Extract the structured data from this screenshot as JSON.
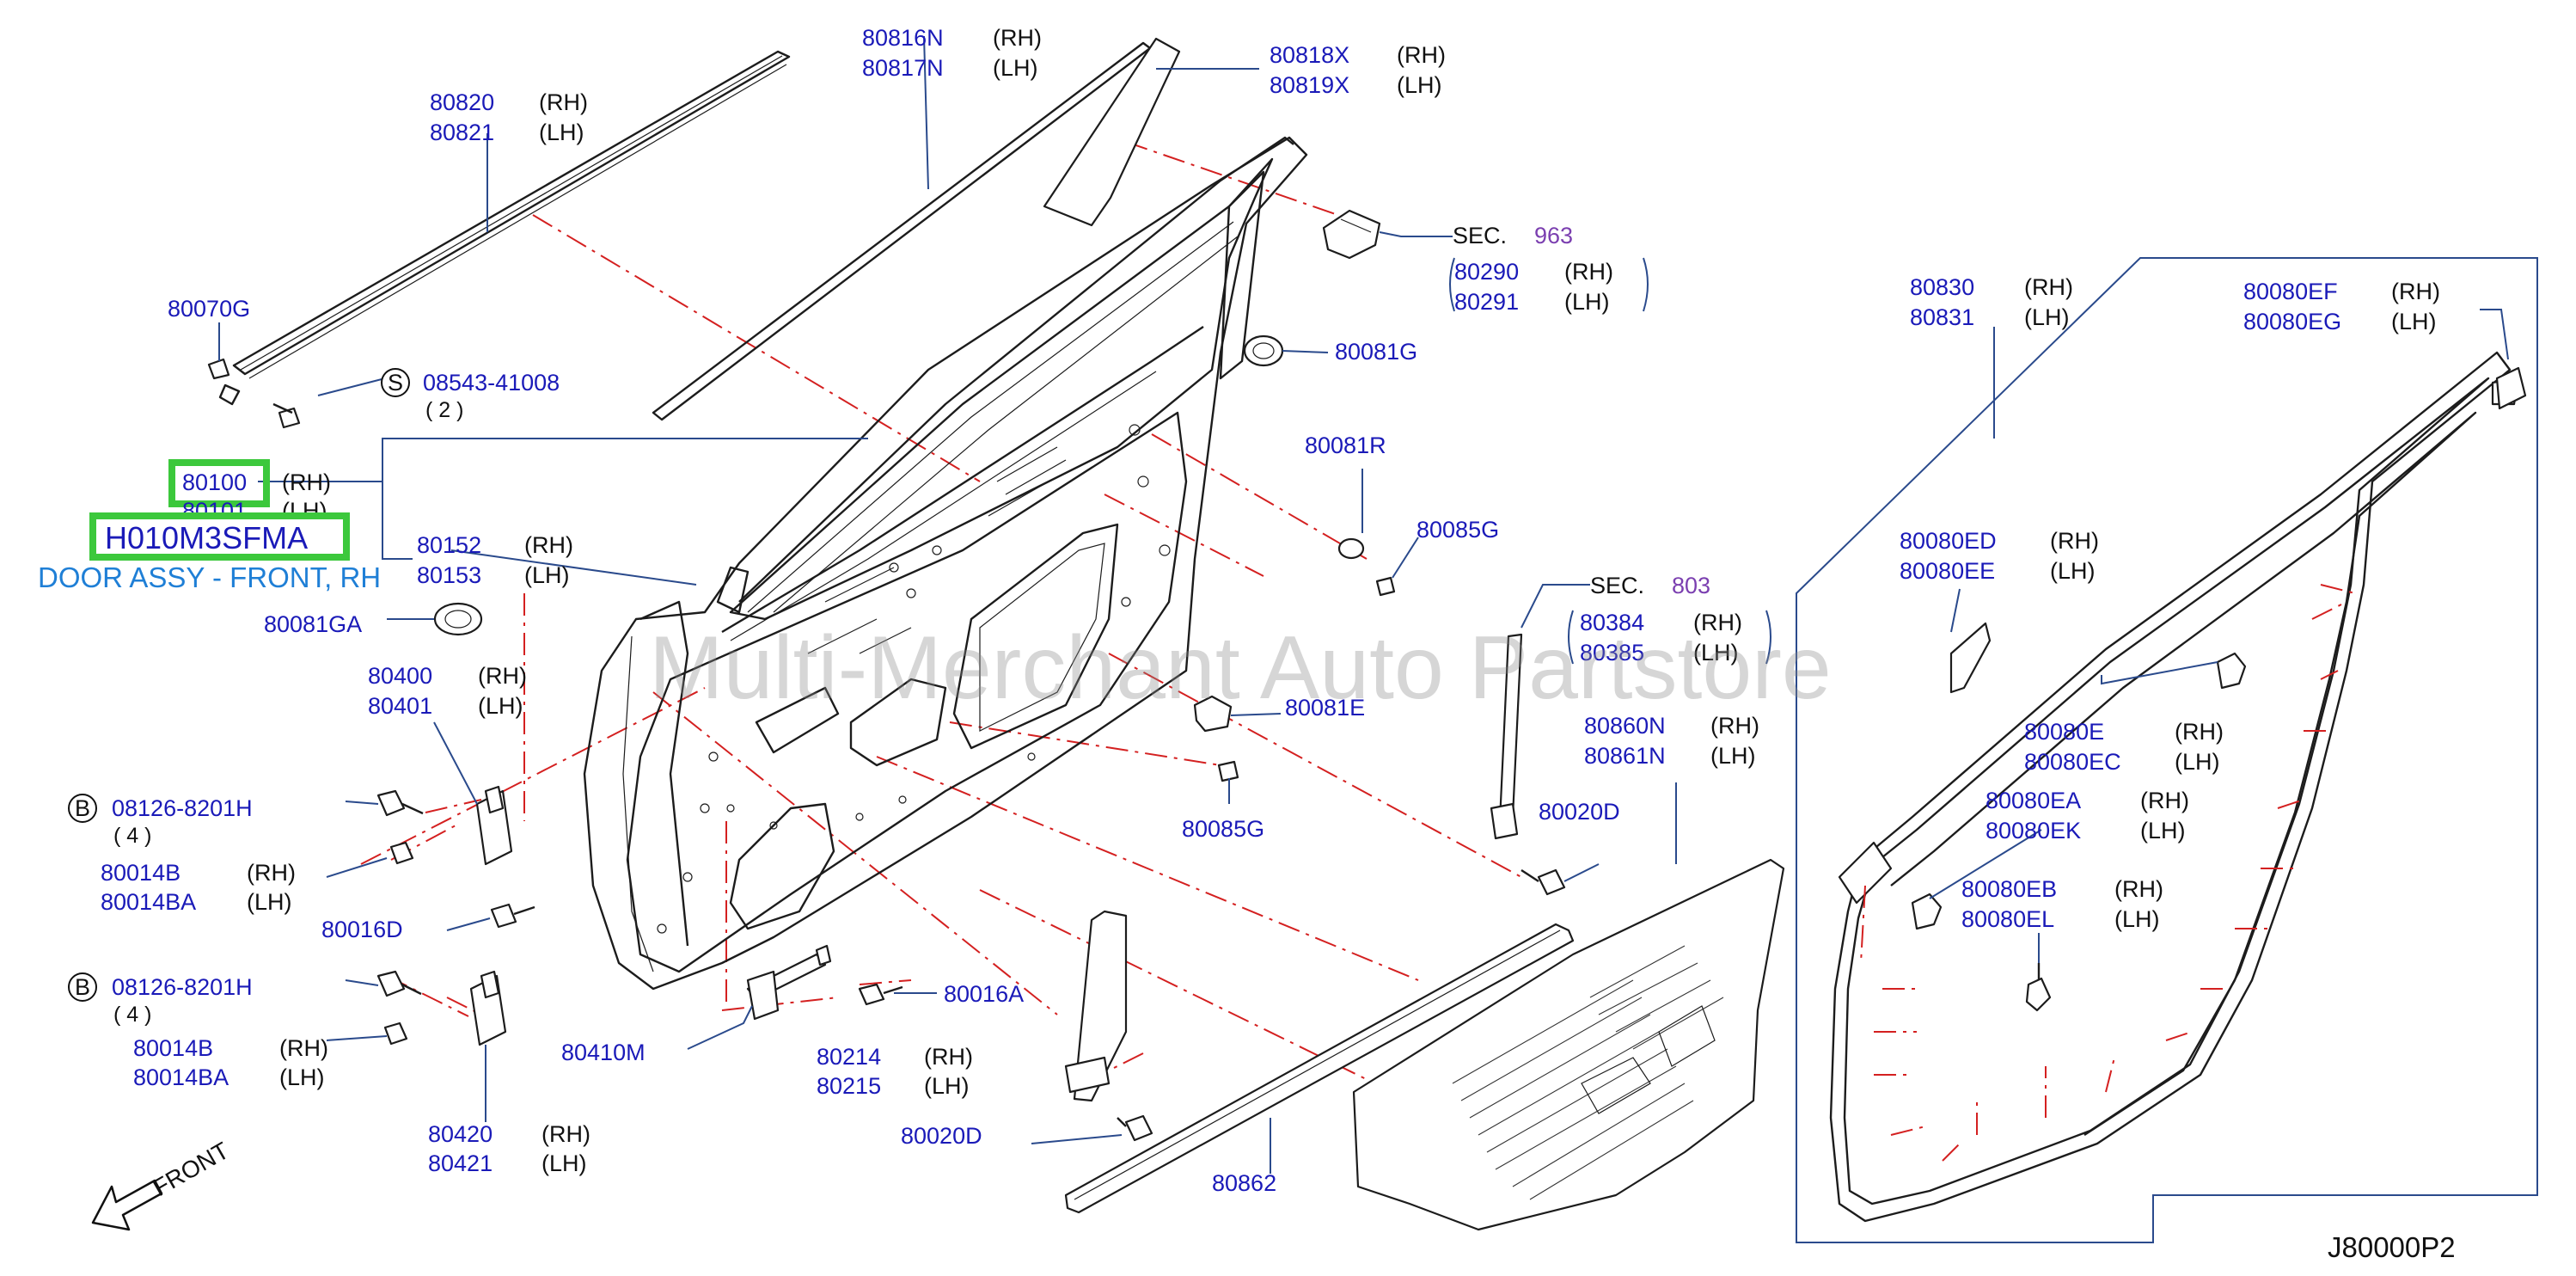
{
  "watermark": "Multi-Merchant Auto Partstore",
  "diagram_code": "J80000P2",
  "front_label": "FRONT",
  "selected": {
    "part_no": "80100",
    "side": "(RH)",
    "sku": "H010M3SFMA",
    "description": "DOOR ASSY - FRONT, RH"
  },
  "labels": {
    "p80816N": "80816N",
    "p80817N": "80817N",
    "p80818X": "80818X",
    "p80819X": "80819X",
    "p80820": "80820",
    "p80821": "80821",
    "p80070G": "80070G",
    "p08543": "08543-41008",
    "q08543": "( 2 )",
    "p80101": "80101",
    "p80152": "80152",
    "p80153": "80153",
    "p80081GA": "80081GA",
    "p80400": "80400",
    "p80401": "80401",
    "p08126a": "08126-8201H",
    "q08126a": "( 4 )",
    "p80014Ba": "80014B",
    "p80014BAa": "80014BA",
    "p80016D": "80016D",
    "p08126b": "08126-8201H",
    "q08126b": "( 4 )",
    "p80014Bb": "80014B",
    "p80014BAb": "80014BA",
    "p80410M": "80410M",
    "p80420": "80420",
    "p80421": "80421",
    "p80016A": "80016A",
    "p80214": "80214",
    "p80215": "80215",
    "p80020Da": "80020D",
    "p80862": "80862",
    "p80081G": "80081G",
    "p80081R": "80081R",
    "p80085Ga": "80085G",
    "p80081E": "80081E",
    "p80085Gb": "80085G",
    "p80290": "80290",
    "p80291": "80291",
    "sec963_label": "SEC.",
    "sec963_num": "963",
    "sec803_label": "SEC.",
    "sec803_num": "803",
    "p80384": "80384",
    "p80385": "80385",
    "p80860N": "80860N",
    "p80861N": "80861N",
    "p80020Db": "80020D",
    "p80830": "80830",
    "p80831": "80831",
    "p80080EF": "80080EF",
    "p80080EG": "80080EG",
    "p80080ED": "80080ED",
    "p80080EE": "80080EE",
    "p80080E": "80080E",
    "p80080EC": "80080EC",
    "p80080EA": "80080EA",
    "p80080EK": "80080EK",
    "p80080EB": "80080EB",
    "p80080EL": "80080EL"
  },
  "sides": {
    "rh": "(RH)",
    "lh": "(LH)"
  },
  "symbols": {
    "s": "S",
    "b": "B"
  },
  "colors": {
    "part_number": "#1a1ab8",
    "section_number": "#7b3fb0",
    "highlight": "#3cc83c",
    "description": "#1f7fd6",
    "leader": "#2a4a8c",
    "center_line": "#d42020"
  }
}
